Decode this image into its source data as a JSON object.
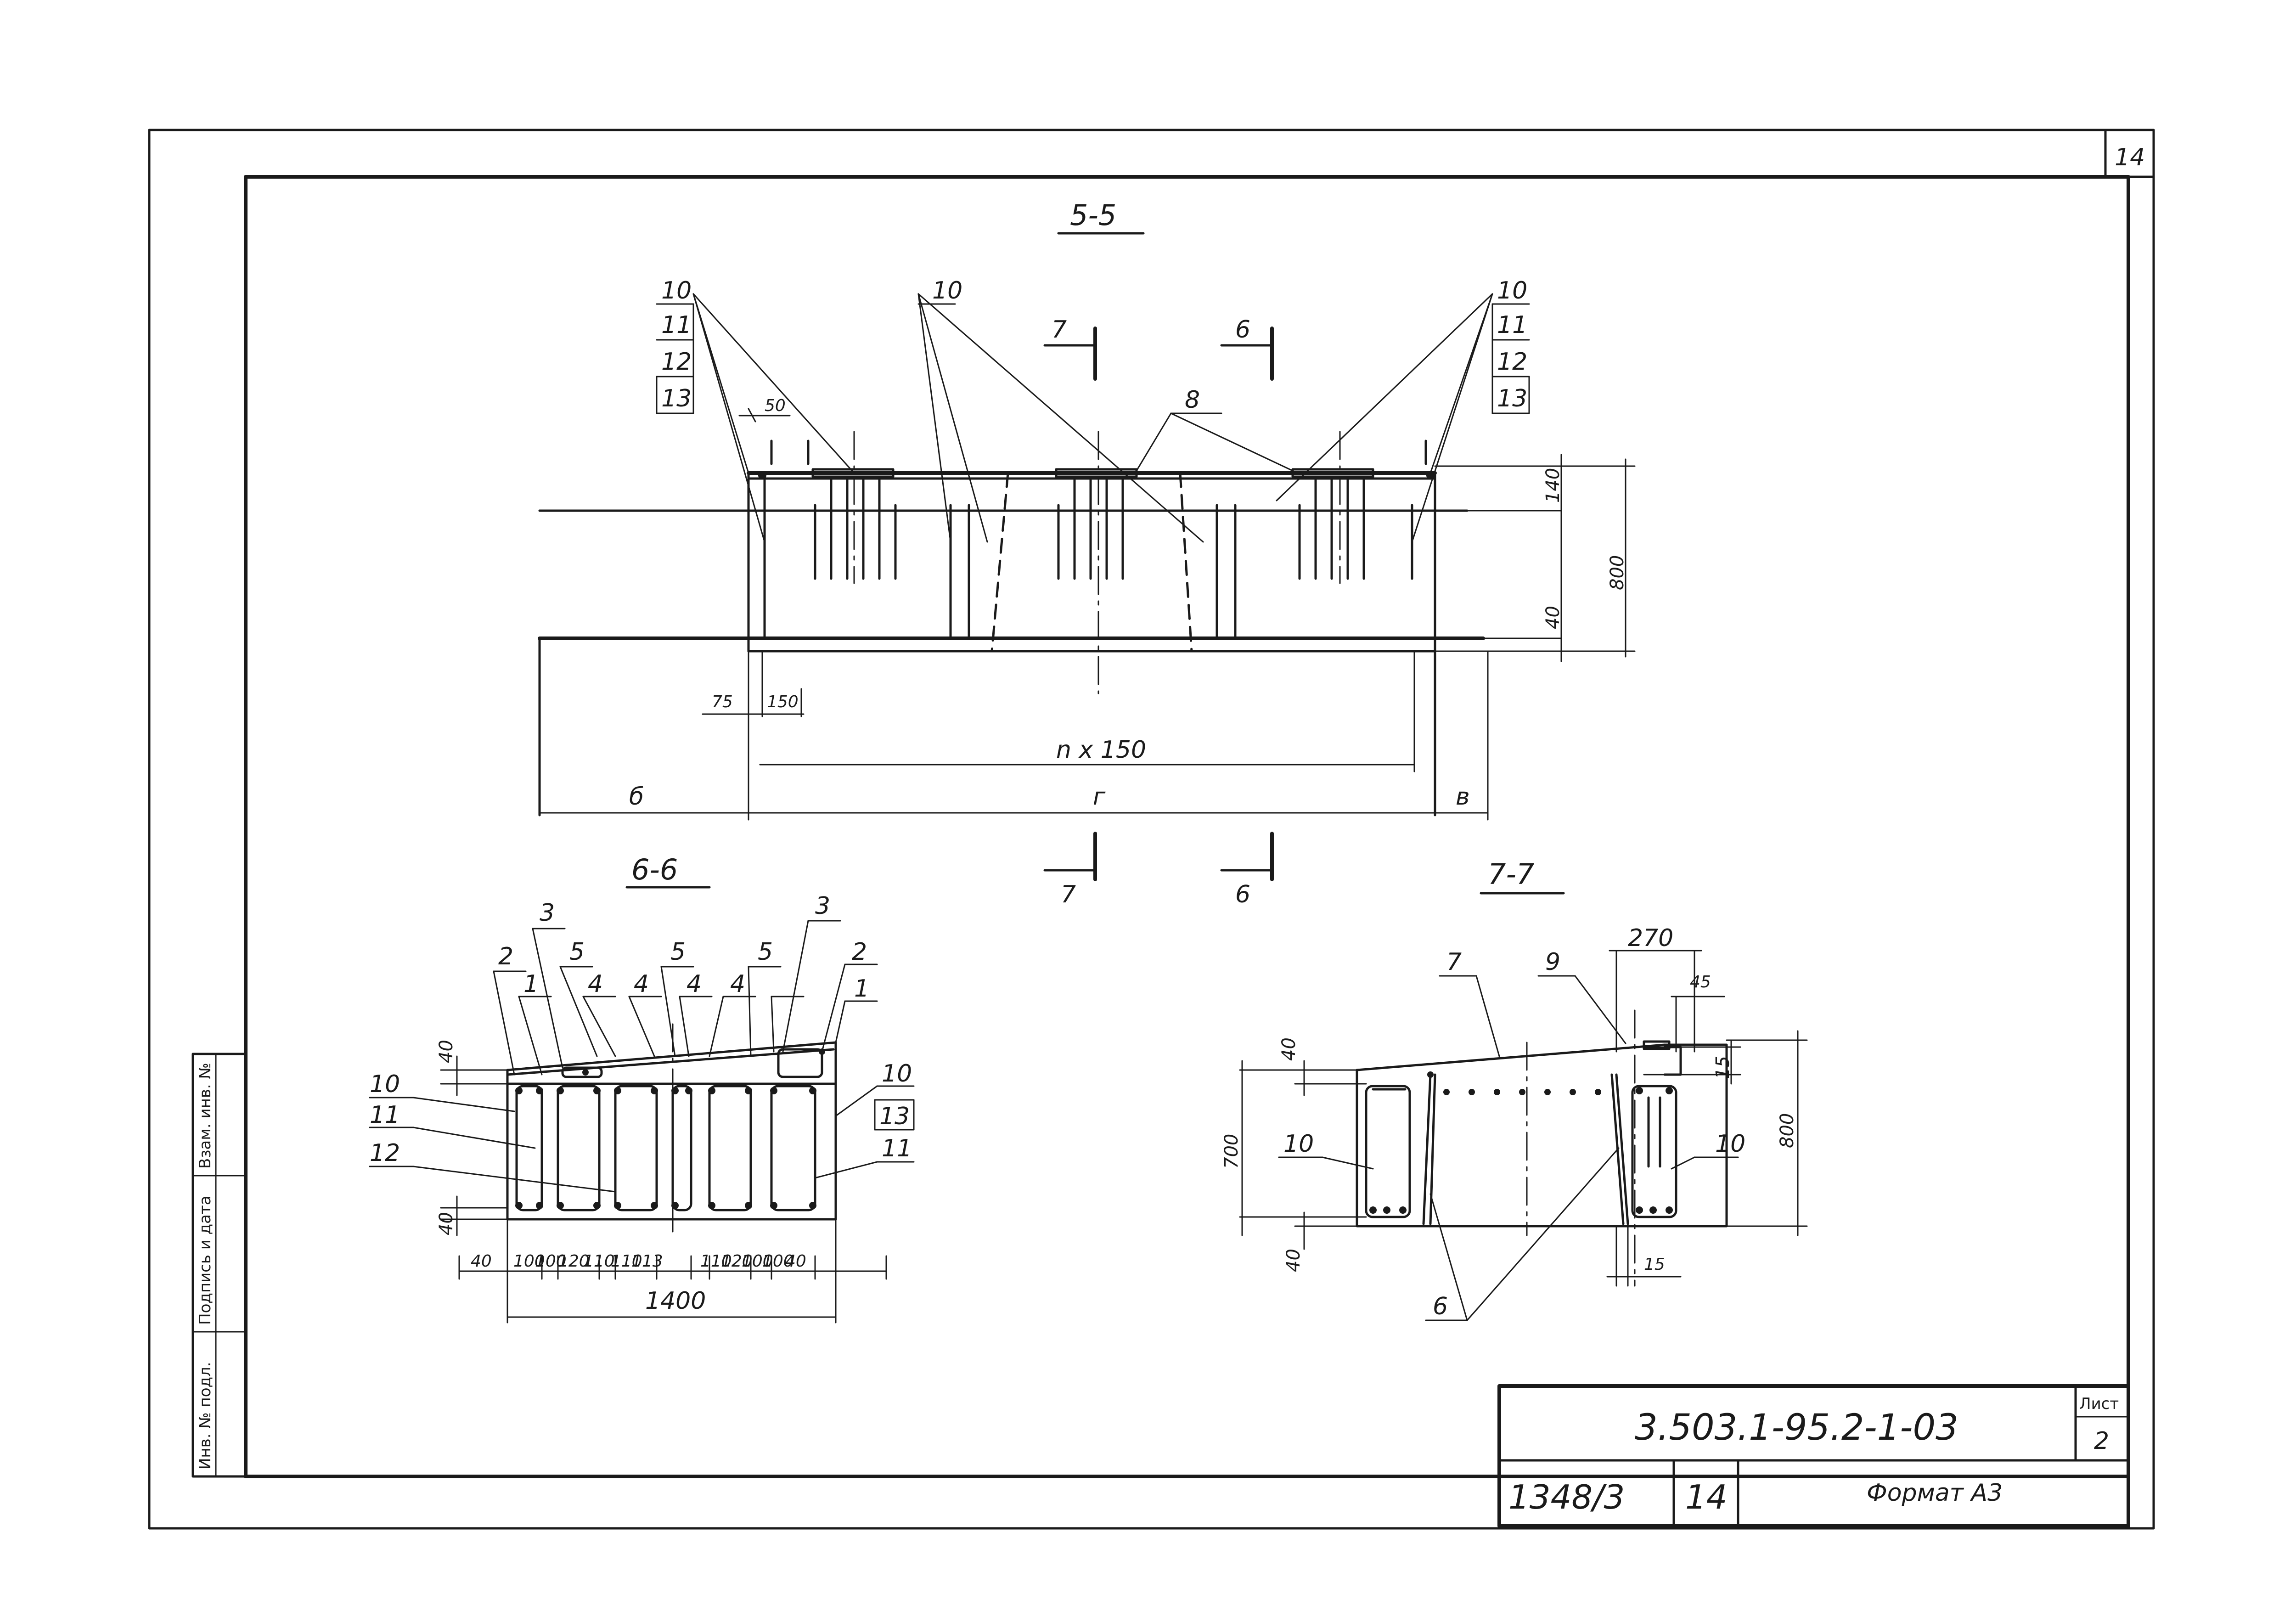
{
  "sheet": {
    "corner_number": "14",
    "doc_code": "3.503.1-95.2-1-03",
    "sheet_label": "Лист",
    "sheet_number": "2",
    "archive_number": "1348/3",
    "page_number": "14",
    "format_label": "Формат А3",
    "side_stamp": {
      "inv_no_orig": "Инв. № подл.",
      "sign_date": "Подпись и дата",
      "replace_inv": "Взам. инв. №"
    }
  },
  "section55": {
    "title": "5-5",
    "left_stack": [
      "10",
      "11",
      "12",
      "13"
    ],
    "right_stack": [
      "10",
      "11",
      "12",
      "13"
    ],
    "center_label": "10",
    "label_8": "8",
    "cut7_top": "7",
    "cut6_top": "6",
    "cut7_bottom": "7",
    "cut6_bottom": "6",
    "dim_50": "50",
    "dim_140": "140",
    "dim_40": "40",
    "dim_800": "800",
    "dim_75": "75",
    "dim_150": "150",
    "dim_nx150": "n x 150",
    "dim_b": "б",
    "dim_g": "г",
    "dim_v": "в"
  },
  "section66": {
    "title": "6-6",
    "top_labels": [
      "3",
      "2",
      "1",
      "5",
      "4",
      "4",
      "5",
      "4",
      "5",
      "4",
      "3",
      "2",
      "1"
    ],
    "left_labels": [
      "10",
      "11",
      "12"
    ],
    "right_labels": [
      "10",
      "13",
      "11"
    ],
    "dim_top_40": "40",
    "dim_bottom_40": "40",
    "bottom_dims": [
      "40",
      "100",
      "100",
      "120",
      "110",
      "110",
      "113",
      "110",
      "120",
      "100",
      "100",
      "40"
    ],
    "total": "1400"
  },
  "section77": {
    "title": "7-7",
    "label_7": "7",
    "label_9": "9",
    "label_6": "6",
    "left_label": "10",
    "right_label": "10",
    "dim_270": "270",
    "dim_45": "45",
    "dim_15_top": "15",
    "dim_15_bottom": "15",
    "dim_40_top": "40",
    "dim_40_bottom": "40",
    "dim_700": "700",
    "dim_800": "800"
  }
}
